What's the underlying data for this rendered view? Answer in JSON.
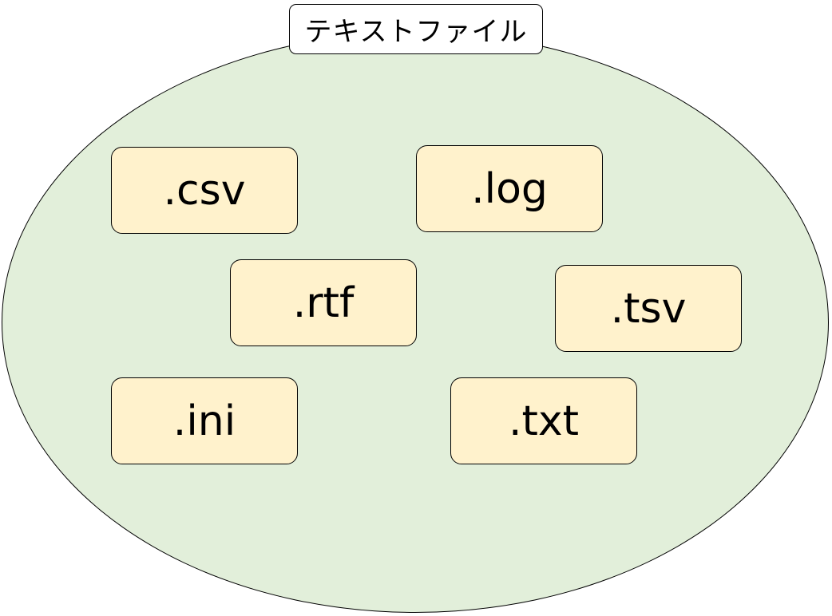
{
  "diagram": {
    "set_label": "テキストファイル",
    "extensions": [
      {
        "id": "csv",
        "label": ".csv"
      },
      {
        "id": "log",
        "label": ".log"
      },
      {
        "id": "rtf",
        "label": ".rtf"
      },
      {
        "id": "tsv",
        "label": ".tsv"
      },
      {
        "id": "ini",
        "label": ".ini"
      },
      {
        "id": "txt",
        "label": ".txt"
      }
    ]
  },
  "colors": {
    "set_fill": "#e2efda",
    "set_border": "#000000",
    "label_box_fill": "#ffffff",
    "extension_box_fill": "#fff2cc",
    "text": "#000000"
  }
}
